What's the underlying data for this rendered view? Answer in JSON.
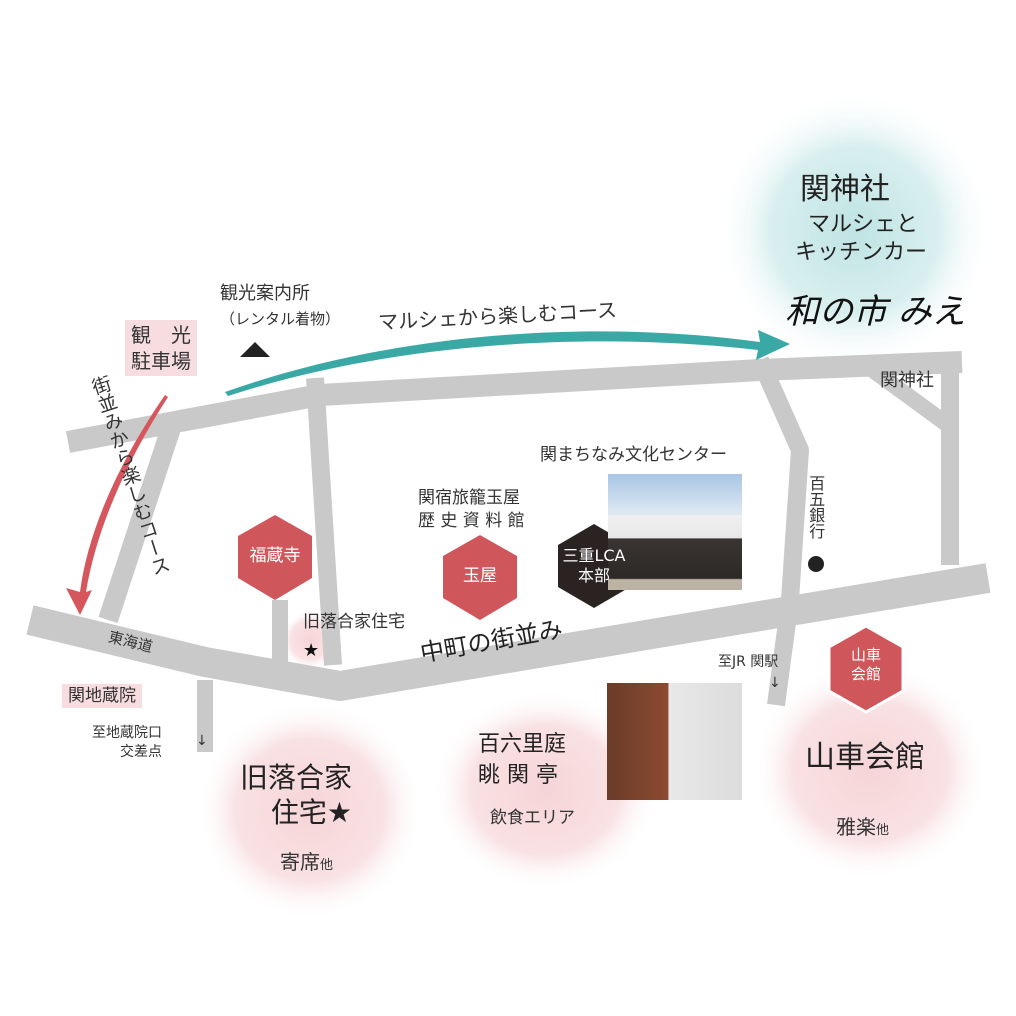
{
  "shrine_area": {
    "title": "関神社",
    "line1": "マルシェと",
    "line2": "キッチンカー",
    "logo_text": "和の市 みえ"
  },
  "routes": {
    "marche_course": "マルシェから楽しむコース",
    "townscape_course": "街並みから楽しむコース"
  },
  "landmarks": {
    "tourist_info": "観光案内所",
    "tourist_info_sub": "（レンタル着物）",
    "tourist_parking": [
      "観　光",
      "駐車場"
    ],
    "seki_shrine": "関神社",
    "culture_center": "関まちなみ文化センター",
    "tamaya_museum": [
      "関宿旅籠玉屋",
      "歴 史 資 料 館"
    ],
    "hyakugo_bank": "百五銀行",
    "old_ochiai_house": "旧落合家住宅",
    "tokaido": "東海道",
    "nakamachi": "中町の街並み",
    "jizoin": "関地蔵院",
    "to_jizoin": [
      "至地蔵院口",
      "交差点"
    ],
    "to_station": "至JR 関駅"
  },
  "hexagons": {
    "fukuzoji": "福蔵寺",
    "tamaya": "玉屋",
    "lca": [
      "三重LCA",
      "本部"
    ],
    "dashi": [
      "山車",
      "会館"
    ]
  },
  "venues": {
    "ochiai": {
      "name": [
        "旧落合家",
        "住宅★"
      ],
      "event": "寄席",
      "suffix": "他"
    },
    "hyakurokuri": {
      "name": [
        "百六里庭",
        "眺 関 亭"
      ],
      "event": "飲食エリア"
    },
    "dashi_kaikan": {
      "name": "山車会館",
      "event": "雅楽",
      "suffix": "他"
    }
  },
  "colors": {
    "road": "#c9c9c9",
    "teal": "#3aa9a5",
    "red": "#d5575d",
    "hex_red": "#cf575c",
    "hex_dark": "#2b2222",
    "pink": "#f7dde0"
  }
}
